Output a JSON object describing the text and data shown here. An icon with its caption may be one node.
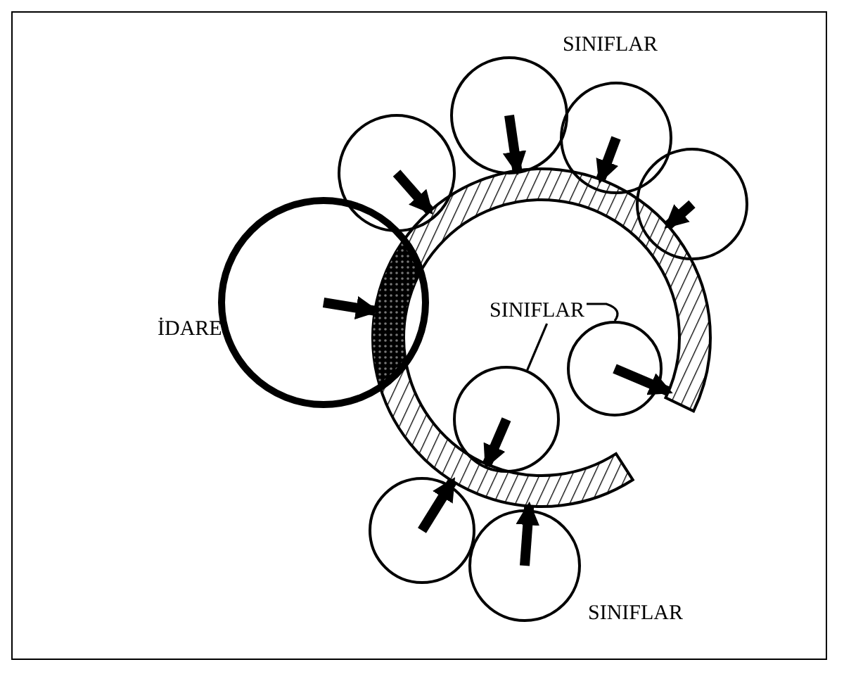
{
  "diagram": {
    "nodes": [
      {
        "text": [],
        "shape": "circle"
      },
      {
        "text": [
          "İDARE"
        ]
      },
      {
        "text": [],
        "shape": "circle"
      },
      {
        "text": [],
        "shape": "circle"
      },
      {
        "text": [],
        "shape": "circle"
      },
      {
        "text": [],
        "shape": "circle"
      },
      {
        "text": [
          "SINIFLAR"
        ]
      },
      {
        "text": [],
        "shape": "circle"
      },
      {
        "text": [],
        "shape": "circle"
      },
      {
        "text": [],
        "shape": "circle"
      },
      {
        "text": [],
        "shape": "circle"
      }
    ],
    "edges": [
      {
        "from": 1,
        "to": 0,
        "arrow": "to"
      },
      {
        "from": 2,
        "to": 0,
        "arrow": "to"
      },
      {
        "from": 3,
        "to": 0,
        "arrow": "to"
      },
      {
        "from": 4,
        "to": 0,
        "arrow": "to"
      },
      {
        "from": 5,
        "to": 0,
        "arrow": "to"
      },
      {
        "from": 7,
        "to": 0,
        "arrow": "to"
      },
      {
        "from": 8,
        "to": 0,
        "arrow": "to"
      },
      {
        "from": 9,
        "to": 0,
        "arrow": "to"
      },
      {
        "from": 10,
        "to": 0,
        "arrow": "to"
      },
      {
        "from": 6,
        "to": 7,
        "arrow": "none"
      },
      {
        "from": 6,
        "to": 8,
        "arrow": "none"
      }
    ],
    "labels": [
      "SINIFLAR",
      "SINIFLAR"
    ]
  }
}
